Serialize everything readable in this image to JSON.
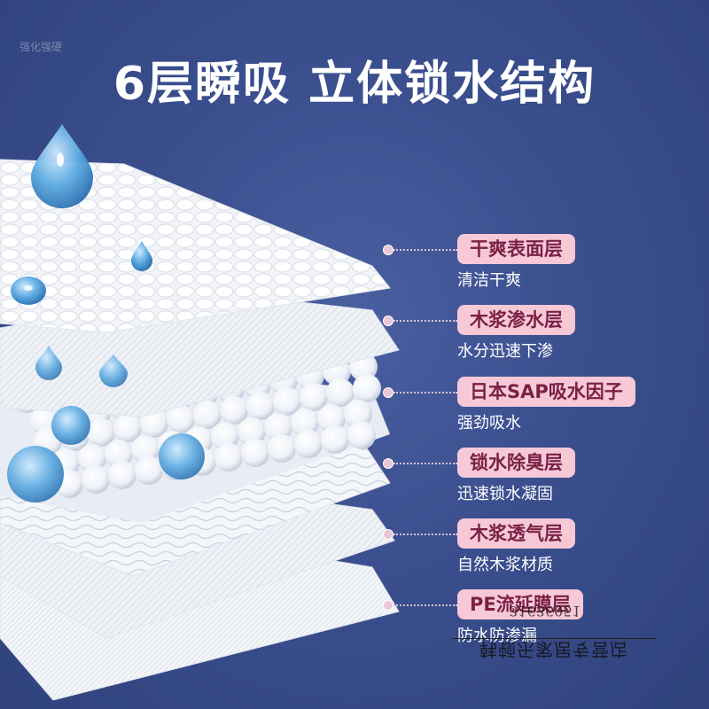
{
  "title": "6层瞬吸  立体锁水结构",
  "corner_mark": "强化强硬",
  "layers": [
    {
      "name": "干爽表面层",
      "desc": "清洁干爽"
    },
    {
      "name": "木浆渗水层",
      "desc": "水分迅速下渗"
    },
    {
      "name": "日本SAP吸水因子",
      "desc": "强劲吸水"
    },
    {
      "name": "锁水除臭层",
      "desc": "迅速锁水凝固"
    },
    {
      "name": "木浆透气层",
      "desc": "自然木浆材质"
    },
    {
      "name": "PE流延膜层",
      "desc": "防水防渗漏"
    }
  ],
  "watermark": {
    "store": "韩顿乐家居专营店",
    "code": "31636051"
  },
  "colors": {
    "background": "#3b4f8f",
    "badge": "#f7c8d6",
    "badge_text": "#7a2146",
    "water_drop": "#5aa9e0"
  }
}
